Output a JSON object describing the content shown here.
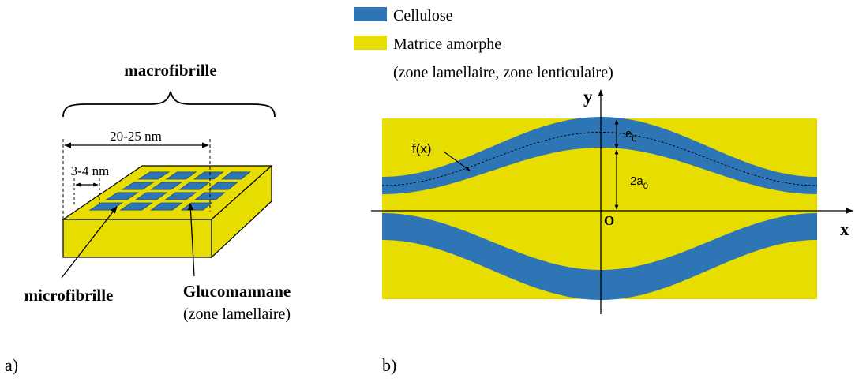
{
  "colors": {
    "cellulose": "#2e75b6",
    "matrix": "#e8dd00",
    "line": "#000000"
  },
  "panel_a": {
    "title": "macrofibrille",
    "dim_outer": "20-25 nm",
    "dim_inner": "3-4 nm",
    "label_micro": "microfibrille",
    "label_gluco": "Glucomannane",
    "label_gluco_zone": "(zone lamellaire)",
    "caption": "a)"
  },
  "panel_b": {
    "legend": {
      "cellulose": "Cellulose",
      "matrix": "Matrice amorphe",
      "matrix_note": "(zone lamellaire, zone lenticulaire)"
    },
    "axis_y": "y",
    "axis_x": "x",
    "origin": "O",
    "func_label": "f(x)",
    "e_base": "e",
    "e_sub": "0",
    "a_base": "2a",
    "a_sub": "0",
    "caption": "b)"
  }
}
